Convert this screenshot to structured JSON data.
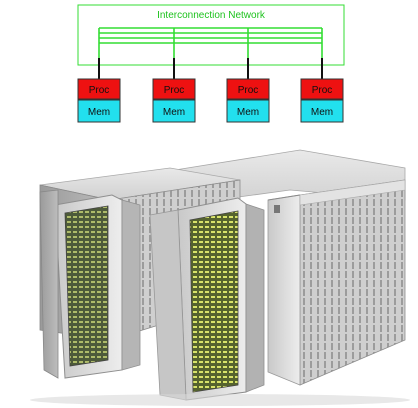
{
  "diagram": {
    "network_label": "Interconnection Network",
    "nodes": [
      {
        "proc_label": "Proc",
        "mem_label": "Mem"
      },
      {
        "proc_label": "Proc",
        "mem_label": "Mem"
      },
      {
        "proc_label": "Proc",
        "mem_label": "Mem"
      },
      {
        "proc_label": "Proc",
        "mem_label": "Mem"
      }
    ],
    "colors": {
      "network": "#33dd33",
      "proc": "#ee1111",
      "mem": "#22e0ee",
      "link": "#111111"
    }
  },
  "photo": {
    "subject": "supercomputer cabinets"
  }
}
